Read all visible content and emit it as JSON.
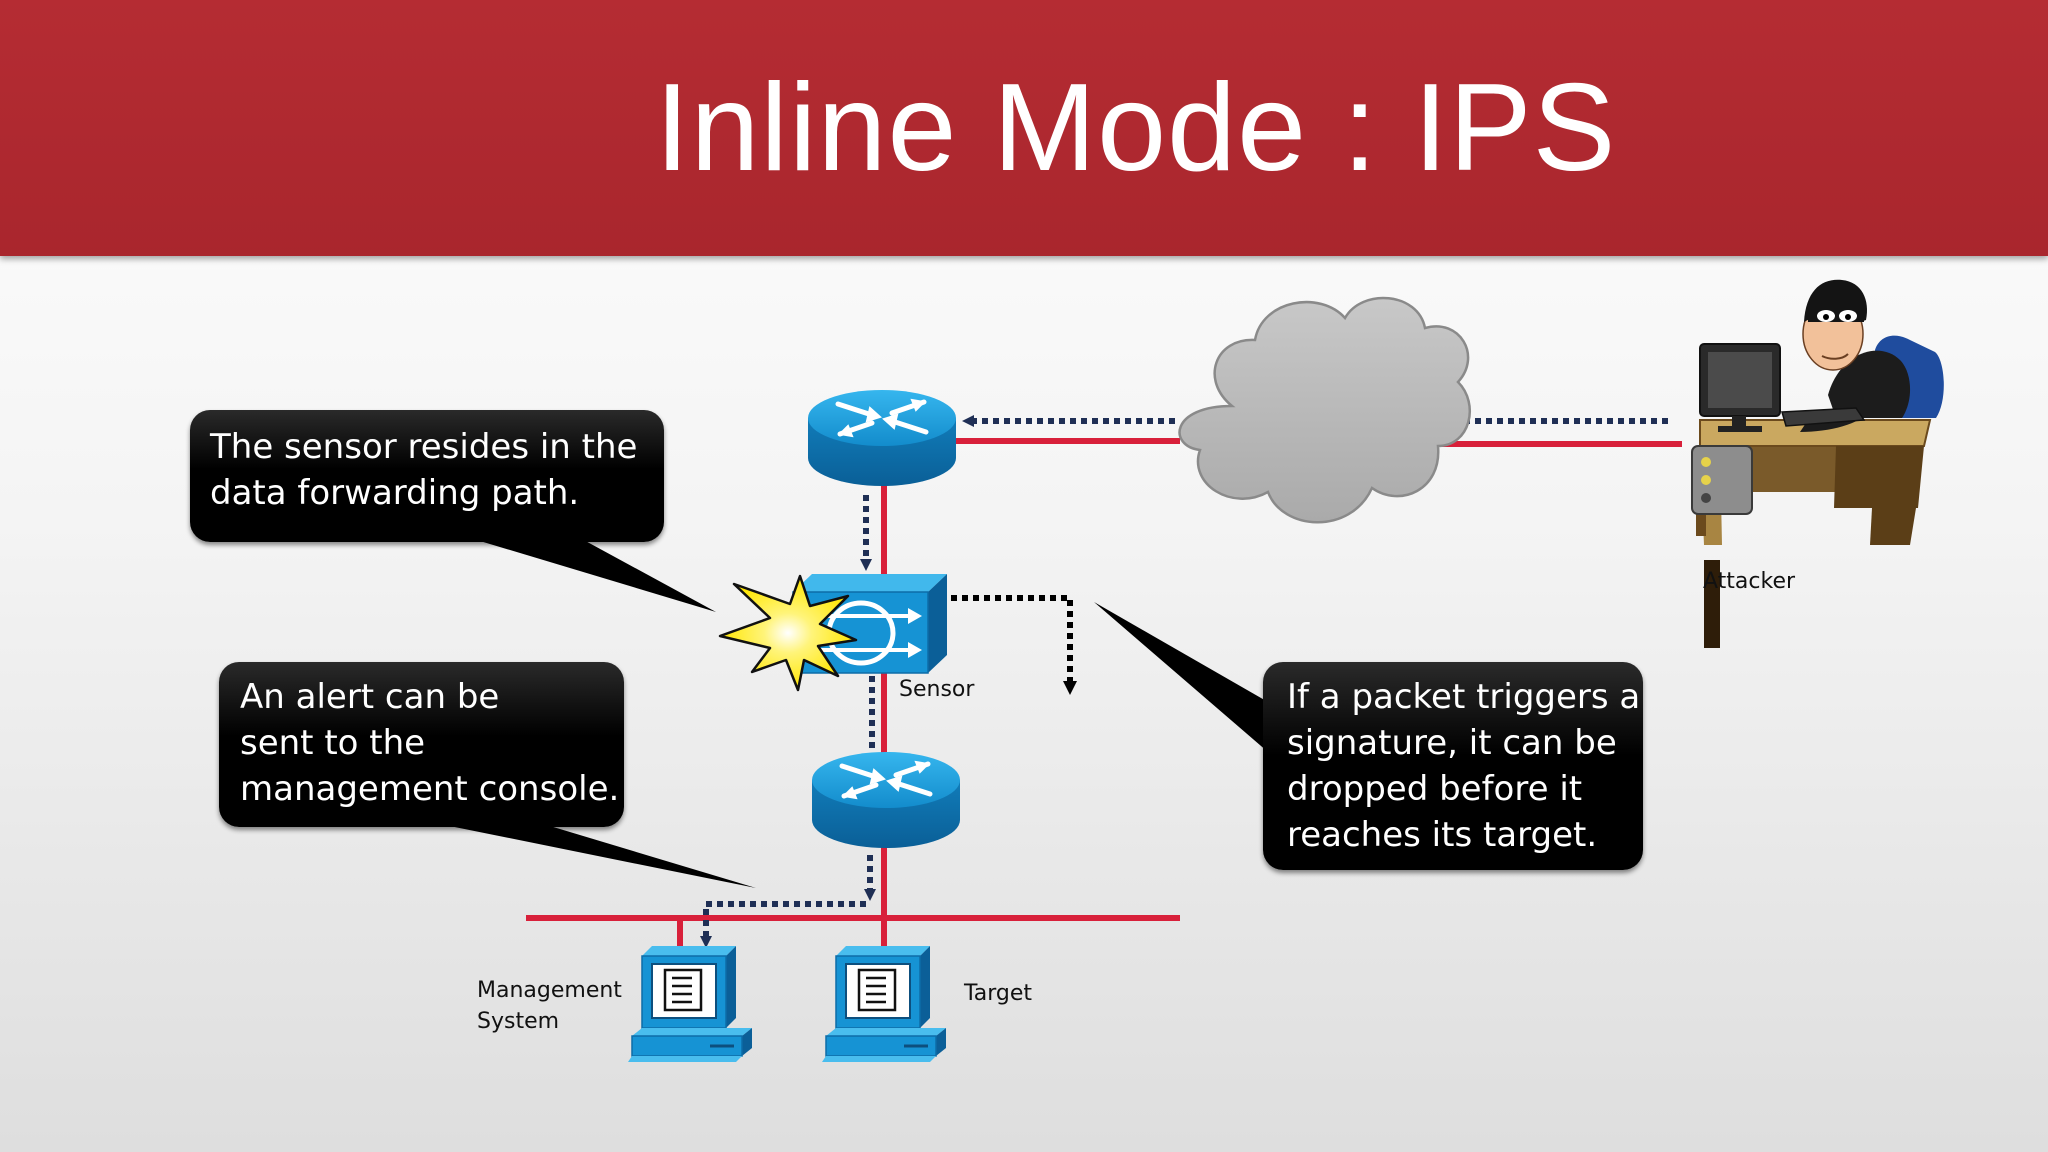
{
  "title": "Inline Mode : IPS",
  "callouts": {
    "sensor_path": "The sensor resides in the\ndata forwarding path.",
    "alert": "An alert can be\nsent to the\nmanagement console.",
    "drop": "If a packet triggers a\nsignature, it can be\ndropped before it\nreaches its target."
  },
  "labels": {
    "attacker": "Attacker",
    "sensor": "Sensor",
    "management": "Management\nSystem",
    "target": "Target"
  },
  "colors": {
    "header": "#b0292f",
    "link": "#d8203a",
    "flow": "#1f2f55",
    "device": "#1aa0dc"
  },
  "icons": [
    "router-icon",
    "cloud-icon",
    "attacker-icon",
    "ips-sensor-icon",
    "explosion-icon",
    "workstation-icon"
  ]
}
